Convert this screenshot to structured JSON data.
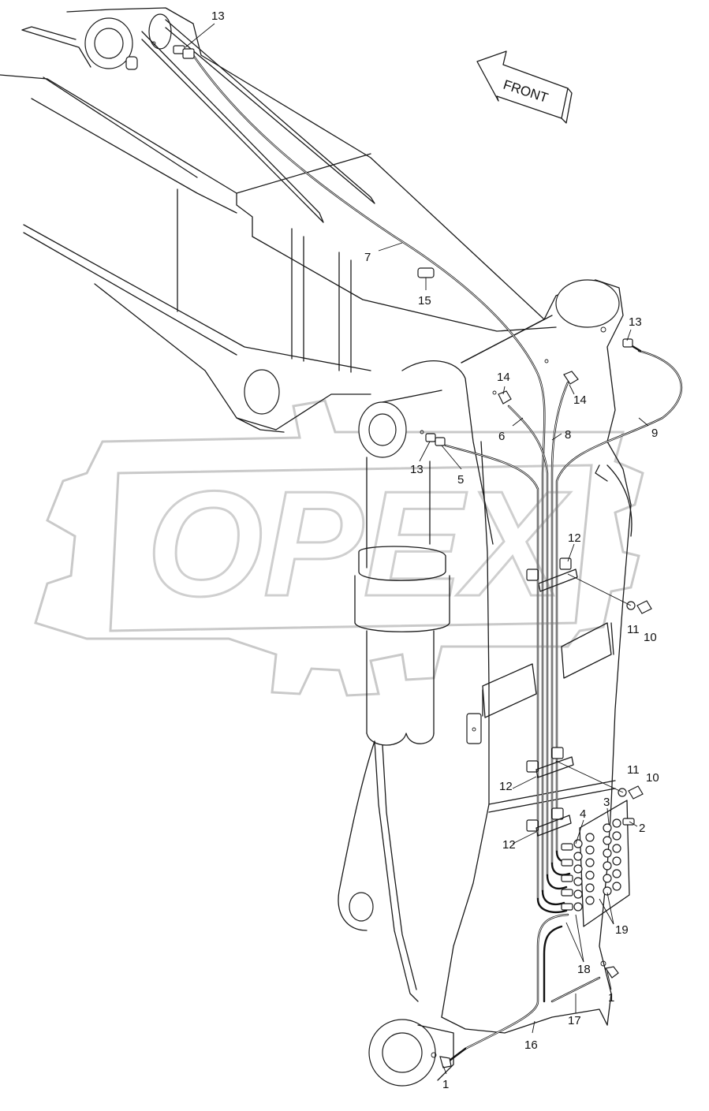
{
  "direction_arrow": {
    "text": "FRONT"
  },
  "watermark": {
    "text": "OPEX"
  },
  "corner_code": {
    "text": ""
  },
  "callouts": [
    {
      "id": "c13a",
      "text": "13"
    },
    {
      "id": "c7",
      "text": "7"
    },
    {
      "id": "c15",
      "text": "15"
    },
    {
      "id": "c13b",
      "text": "13"
    },
    {
      "id": "c14a",
      "text": "14"
    },
    {
      "id": "c14b",
      "text": "14"
    },
    {
      "id": "c6",
      "text": "6"
    },
    {
      "id": "c8",
      "text": "8"
    },
    {
      "id": "c9",
      "text": "9"
    },
    {
      "id": "c13c",
      "text": "13"
    },
    {
      "id": "c5",
      "text": "5"
    },
    {
      "id": "c12a",
      "text": "12"
    },
    {
      "id": "c11a",
      "text": "11"
    },
    {
      "id": "c10a",
      "text": "10"
    },
    {
      "id": "c11b",
      "text": "11"
    },
    {
      "id": "c10b",
      "text": "10"
    },
    {
      "id": "c12b",
      "text": "12"
    },
    {
      "id": "c3",
      "text": "3"
    },
    {
      "id": "c4",
      "text": "4"
    },
    {
      "id": "c2",
      "text": "2"
    },
    {
      "id": "c12c",
      "text": "12"
    },
    {
      "id": "c19",
      "text": "19"
    },
    {
      "id": "c18",
      "text": "18"
    },
    {
      "id": "c1a",
      "text": "1"
    },
    {
      "id": "c17",
      "text": "17"
    },
    {
      "id": "c16",
      "text": "16"
    },
    {
      "id": "c1b",
      "text": "1"
    }
  ]
}
